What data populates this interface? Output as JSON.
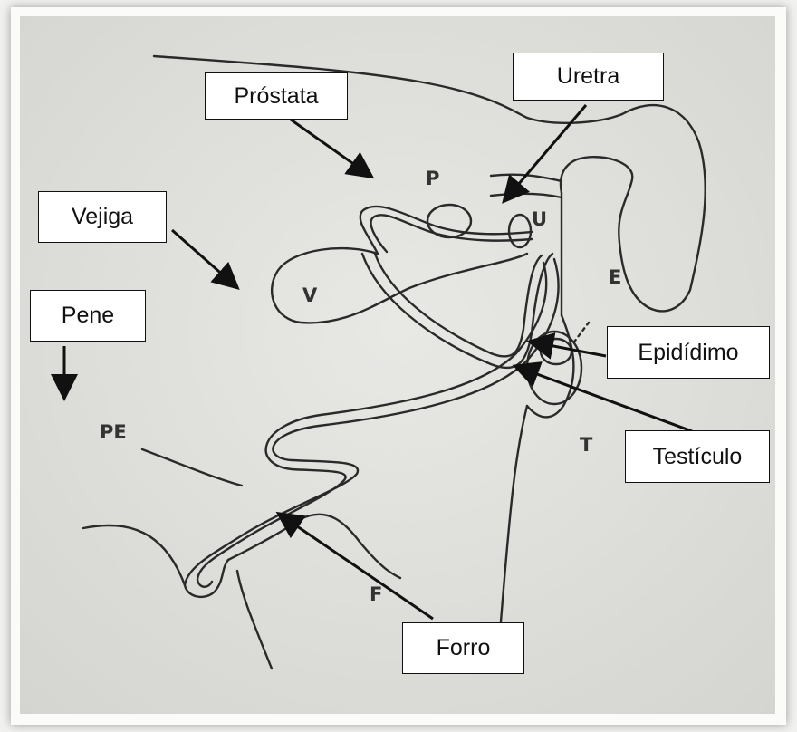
{
  "labels": {
    "prostata": "Próstata",
    "uretra": "Uretra",
    "vejiga": "Vejiga",
    "pene": "Pene",
    "epididimo": "Epidídimo",
    "testiculo": "Testículo",
    "forro": "Forro"
  },
  "letters": {
    "p": "P",
    "u": "U",
    "v": "V",
    "e": "E",
    "t": "T",
    "pe": "PE",
    "f": "F"
  },
  "colors": {
    "photo_background": "#dcdcd8",
    "line": "#2a2a2a",
    "arrow": "#111111",
    "label_box": "#ffffff"
  }
}
